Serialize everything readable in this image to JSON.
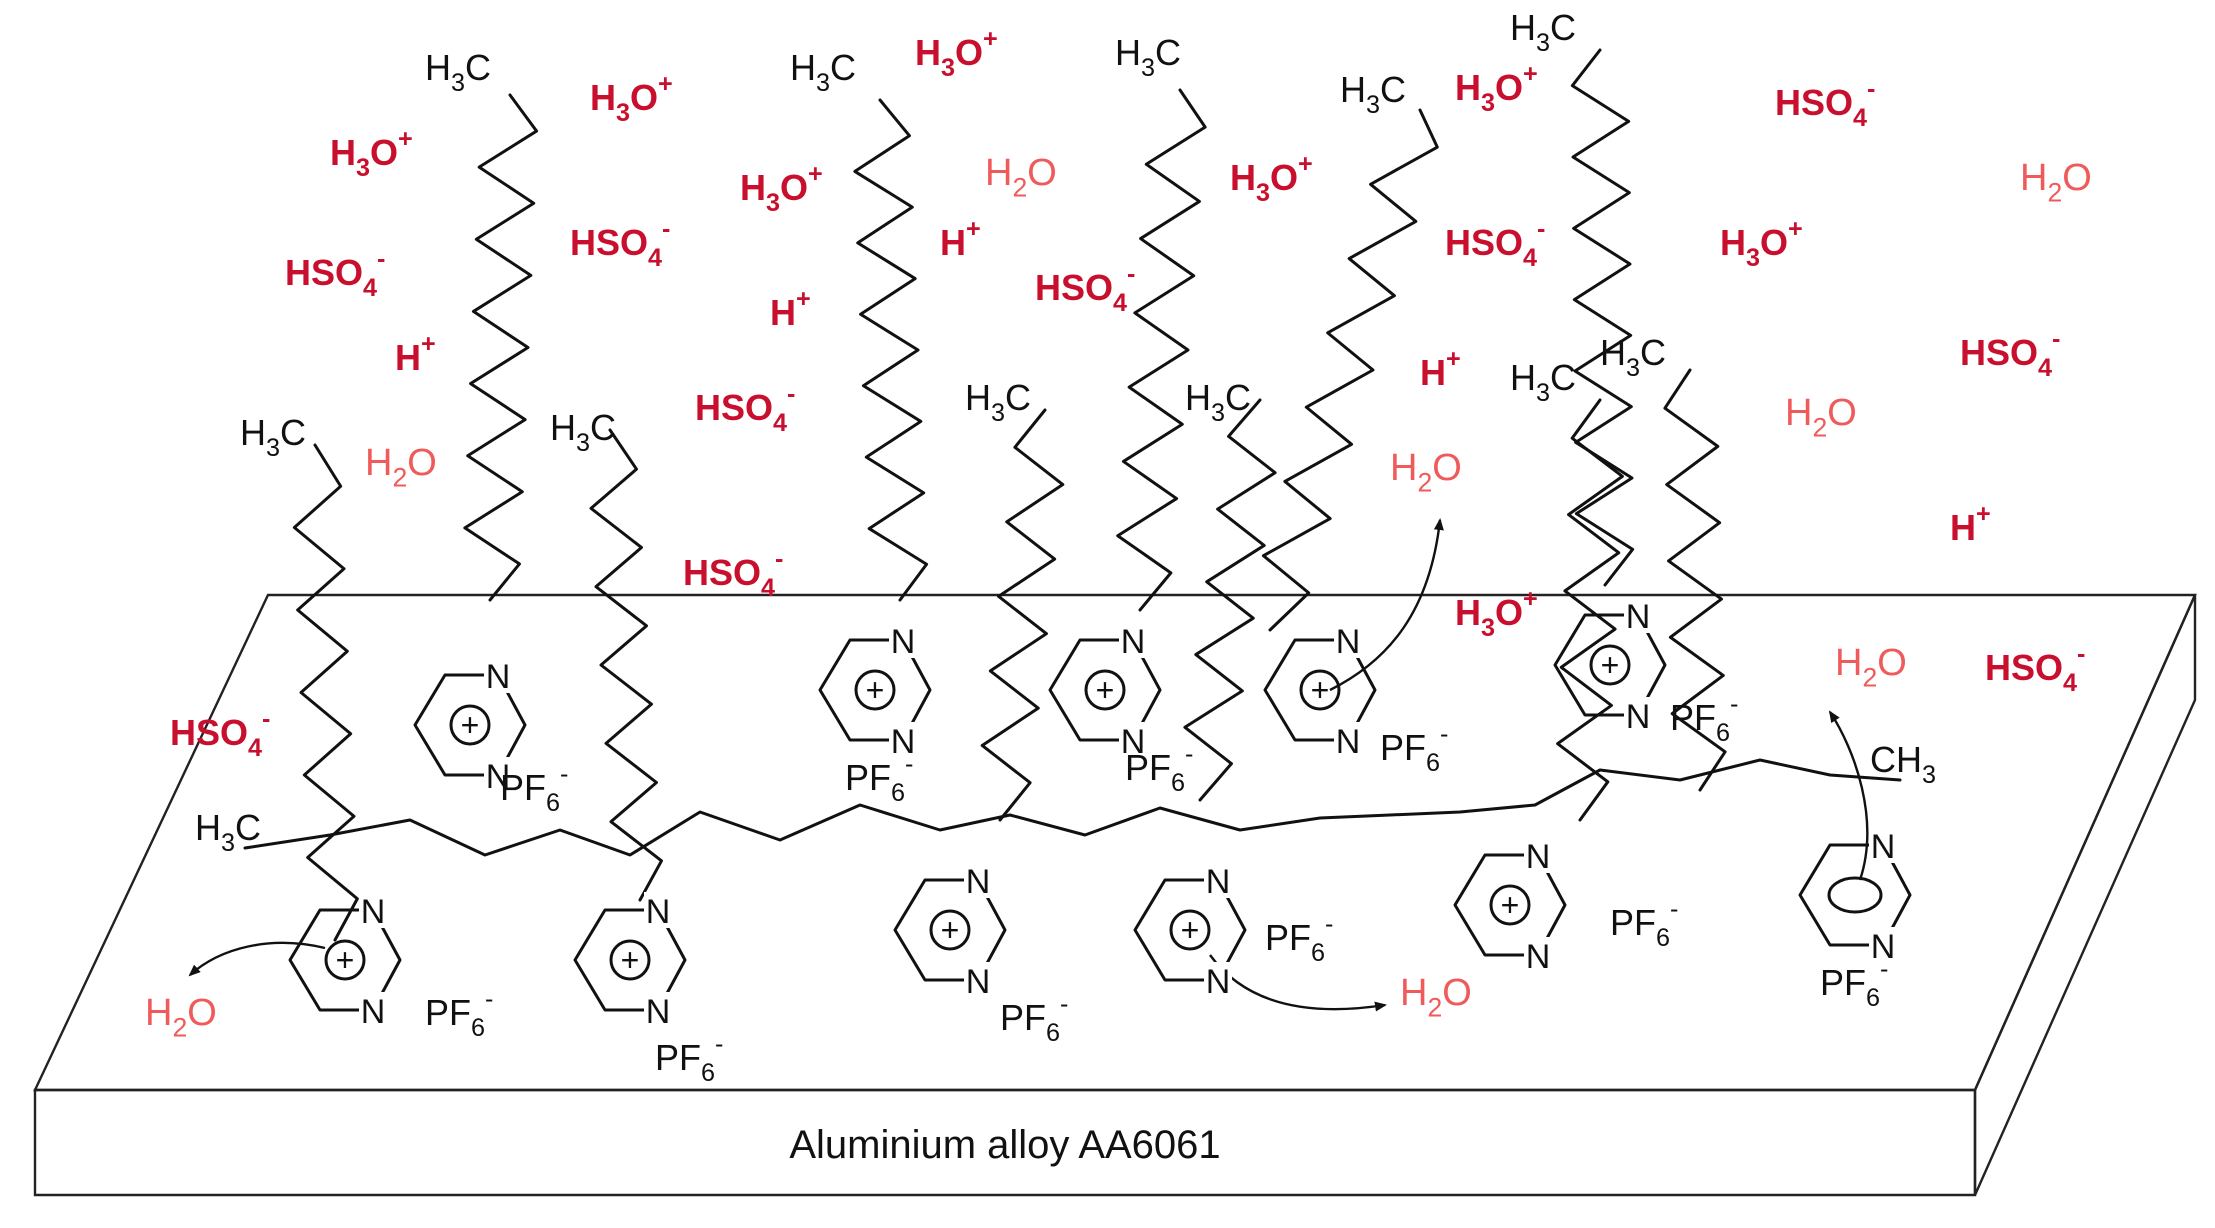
{
  "substrate": {
    "label": "Aluminium alloy AA6061"
  },
  "species": {
    "hydronium": {
      "base": "H",
      "sub": "3",
      "tail": "O",
      "sup": "+"
    },
    "bisulfate": {
      "base": "HSO",
      "sub": "4",
      "tail": "",
      "sup": "-"
    },
    "proton": {
      "base": "H",
      "sub": "",
      "tail": "",
      "sup": "+"
    },
    "water": {
      "base": "H",
      "sub": "2",
      "tail": "O",
      "sup": ""
    },
    "methyl_left": {
      "base": "H",
      "sub": "3",
      "tail": "C",
      "sup": ""
    },
    "methyl_right": {
      "base": "CH",
      "sub": "3",
      "tail": "",
      "sup": ""
    },
    "hexafluorophosphate": {
      "base": "PF",
      "sub": "6",
      "tail": "",
      "sup": "-"
    },
    "nitrogen": "N",
    "plus_sign": "+"
  },
  "colors": {
    "solution_ions": "#c8102e",
    "water": "#f05a5a",
    "structure": "#111111"
  }
}
